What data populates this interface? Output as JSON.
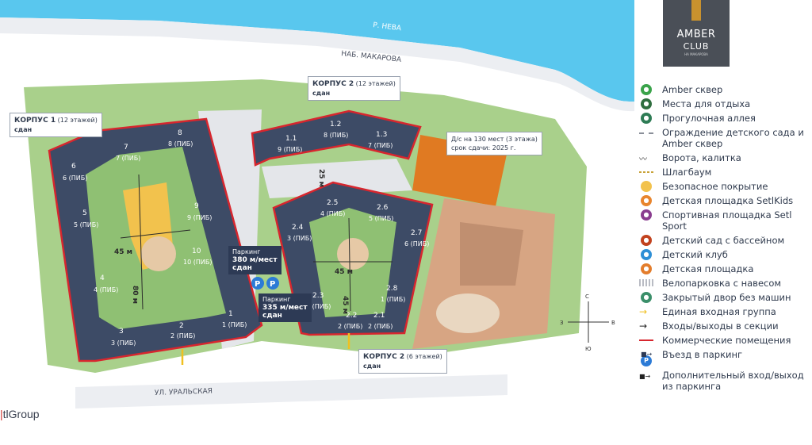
{
  "map": {
    "river_label": "Р. НЕВА",
    "embankment_label": "НАБ. МАКАРОВА",
    "street_label": "УЛ. УРАЛЬСКАЯ",
    "buildings": [
      {
        "num": "1",
        "sub": "1 (ПИБ)"
      },
      {
        "num": "2",
        "sub": "2 (ПИБ)"
      },
      {
        "num": "3",
        "sub": "3 (ПИБ)"
      },
      {
        "num": "4",
        "sub": "4 (ПИБ)"
      },
      {
        "num": "5",
        "sub": "5 (ПИБ)"
      },
      {
        "num": "6",
        "sub": "6 (ПИБ)"
      },
      {
        "num": "7",
        "sub": "7 (ПИБ)"
      },
      {
        "num": "8",
        "sub": "8 (ПИБ)"
      },
      {
        "num": "9",
        "sub": "9 (ПИБ)"
      },
      {
        "num": "10",
        "sub": "10 (ПИБ)"
      },
      {
        "num": "1.1",
        "sub": "9 (ПИБ)"
      },
      {
        "num": "1.2",
        "sub": "8 (ПИБ)"
      },
      {
        "num": "1.3",
        "sub": "7 (ПИБ)"
      },
      {
        "num": "2.1",
        "sub": "2 (ПИБ)"
      },
      {
        "num": "2.2",
        "sub": "2 (ПИБ)"
      },
      {
        "num": "2.3",
        "sub": "2 (ПИБ)"
      },
      {
        "num": "2.4",
        "sub": "3 (ПИБ)"
      },
      {
        "num": "2.5",
        "sub": "4 (ПИБ)"
      },
      {
        "num": "2.6",
        "sub": "5 (ПИБ)"
      },
      {
        "num": "2.7",
        "sub": "6 (ПИБ)"
      },
      {
        "num": "2.8",
        "sub": "1 (ПИБ)"
      }
    ],
    "distances": {
      "d1": "45 м",
      "d2": "80 м",
      "d3": "25 м",
      "d4": "45 м",
      "d5": "45 м"
    },
    "callouts": {
      "korpus1_title": "КОРПУС 1",
      "korpus1_floors": "(12 этажей)",
      "korpus1_status": "сдан",
      "korpus2a_title": "КОРПУС 2",
      "korpus2a_floors": "(12 этажей)",
      "korpus2a_status": "сдан",
      "korpus2b_title": "КОРПУС 2",
      "korpus2b_floors": "(6 этажей)",
      "korpus2b_status": "сдан",
      "kindergarten_l1": "Д/с на 130 мест (3 этажа)",
      "kindergarten_l2": "срок сдачи: 2025 г."
    },
    "parking1": {
      "title": "Паркинг",
      "places": "380 м/мест",
      "status": "сдан"
    },
    "parking2": {
      "title": "Паркинг",
      "places": "335 м/мест",
      "status": "сдан"
    },
    "compass": {
      "n": "С",
      "s": "Ю",
      "w": "З",
      "e": "В"
    }
  },
  "logo": {
    "line1": "AMBER",
    "line2": "CLUB",
    "line3": "НА МАКАРОВА"
  },
  "brand": "tlGroup",
  "legend": [
    {
      "icon": "park-icon",
      "color": "#3aa34a",
      "label": "Amber сквер"
    },
    {
      "icon": "bench-icon",
      "color": "#2f6e3f",
      "label": "Места для отдыха"
    },
    {
      "icon": "walkway-icon",
      "color": "#2e7c55",
      "label": "Прогулочная аллея"
    },
    {
      "icon": "dashed-fence-icon",
      "color": "#8a8f99",
      "label": "Ограждение детского сада и Amber сквер"
    },
    {
      "icon": "gate-icon",
      "color": "#333333",
      "label": "Ворота, калитка"
    },
    {
      "icon": "barrier-icon",
      "color": "#c9a33a",
      "label": "Шлагбаум"
    },
    {
      "icon": "safe-surface-icon",
      "color": "#f2c24d",
      "label": "Безопасное покрытие"
    },
    {
      "icon": "playground-setlkids-icon",
      "color": "#e8852d",
      "label": "Детская площадка SetlKids"
    },
    {
      "icon": "sport-icon",
      "color": "#8a3d8f",
      "label": "Спортивная площадка Setl Sport"
    },
    {
      "icon": "kindergarten-icon",
      "color": "#c2421e",
      "label": "Детский сад с бассейном"
    },
    {
      "icon": "kids-club-icon",
      "color": "#2e8fd6",
      "label": "Детский клуб"
    },
    {
      "icon": "playground-icon",
      "color": "#e37d2c",
      "label": "Детская площадка"
    },
    {
      "icon": "bike-parking-icon",
      "color": "#b9bcc4",
      "label": "Велопарковка с навесом"
    },
    {
      "icon": "closed-yard-icon",
      "color": "#3b8f6a",
      "label": "Закрытый двор без машин"
    },
    {
      "icon": "main-entrance-icon",
      "color": "#f0c020",
      "label": "Единая входная группа"
    },
    {
      "icon": "section-entrance-icon",
      "color": "#222222",
      "label": "Входы/выходы в секции"
    },
    {
      "icon": "commercial-icon",
      "color": "#d7262e",
      "label": "Коммерческие помещения"
    },
    {
      "icon": "parking-entry-icon",
      "color": "#2d3a55",
      "label": "Въезд в паркинг"
    },
    {
      "icon": "extra-exit-icon",
      "color": "#222222",
      "label": "Дополнительный вход/выход из паркинга"
    }
  ]
}
